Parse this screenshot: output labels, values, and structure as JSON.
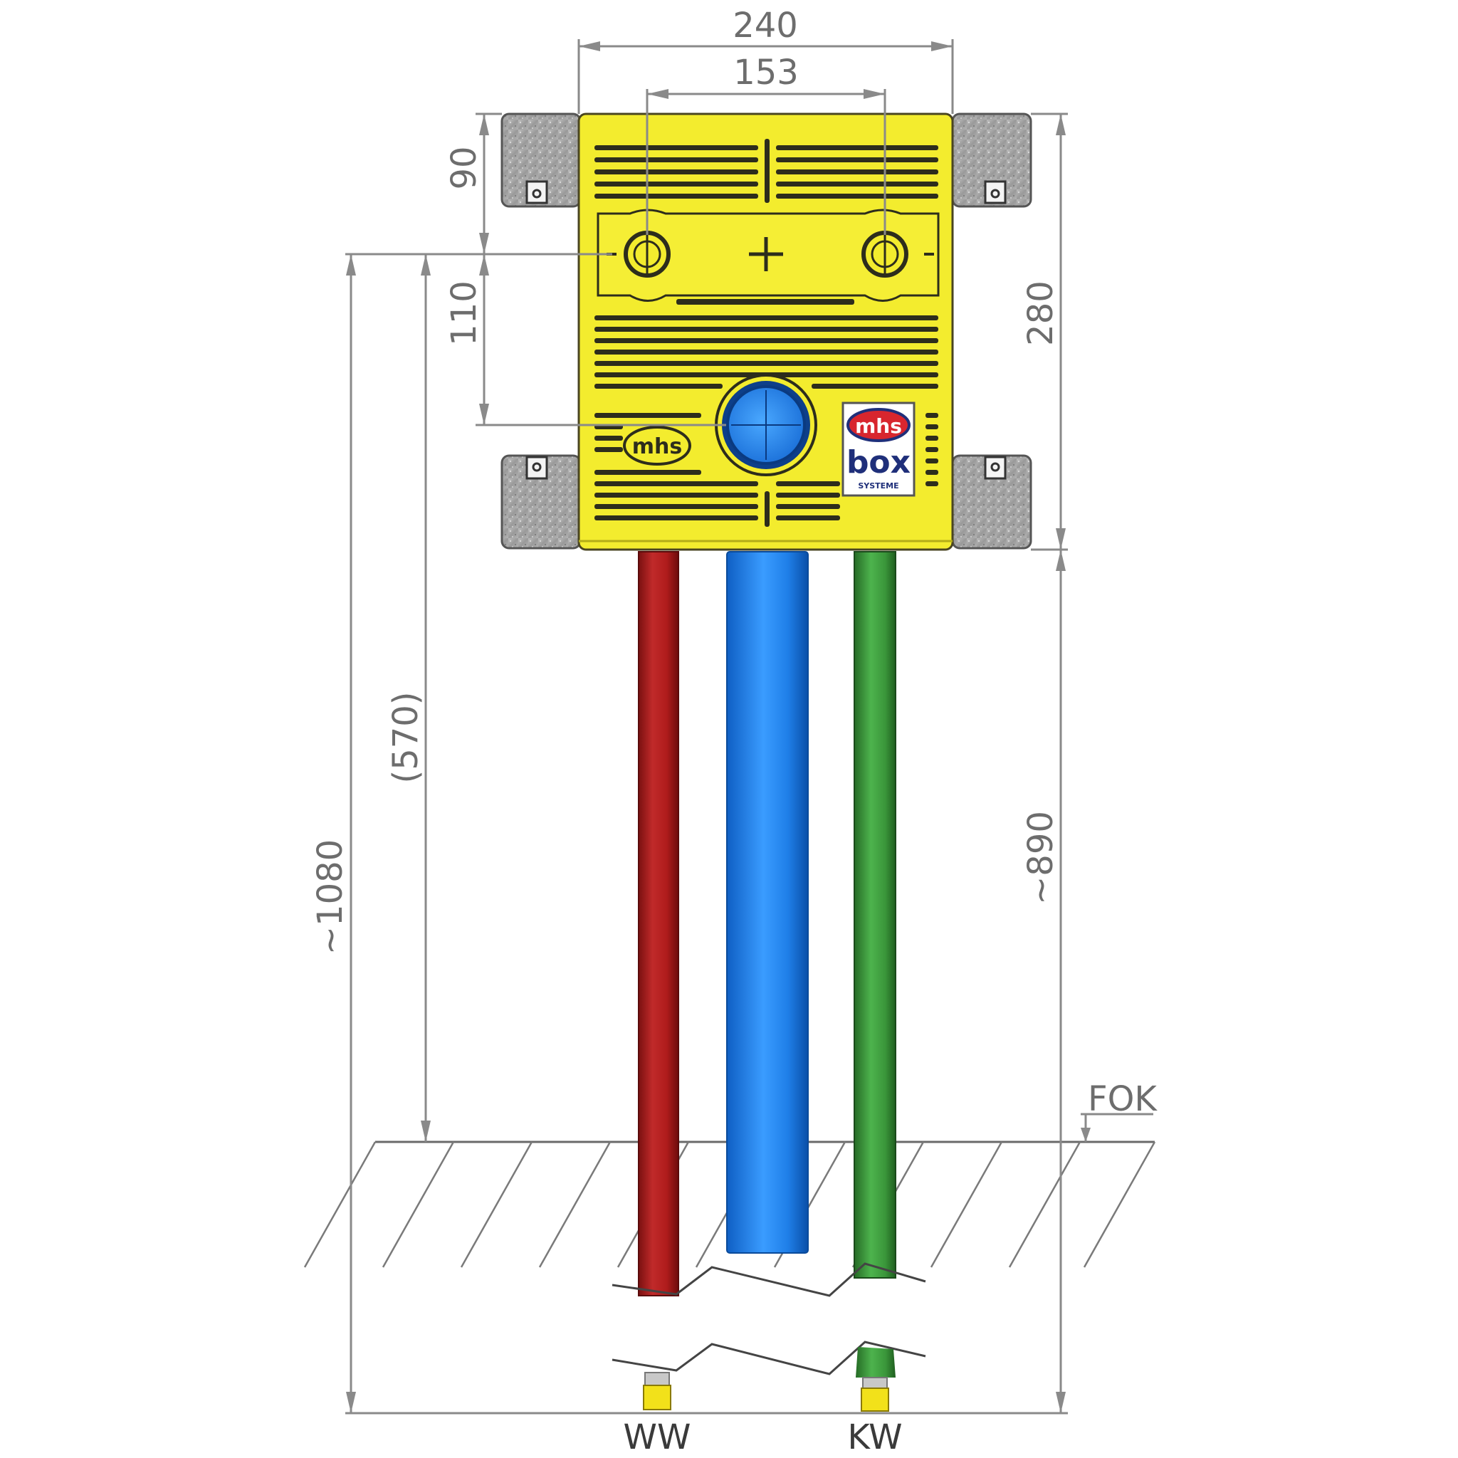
{
  "dimensions": {
    "overall_width": "240",
    "bore_spacing": "153",
    "top_to_bore": "90",
    "bore_to_outlet": "110",
    "box_height": "280",
    "bore_to_floor": "(570)",
    "total_height": "~1080",
    "box_to_pipe_end": "~890"
  },
  "labels": {
    "floor_level": "FOK",
    "warm_water": "WW",
    "cold_water": "KW"
  },
  "logos": {
    "small_logo": "mhs",
    "badge_top": "mhs",
    "badge_middle": "box",
    "badge_bottom": "SYSTEME"
  },
  "colors": {
    "box_yellow": "#f3ec2e",
    "pipe_red": "#b81f1f",
    "pipe_blue": "#1e7fe6",
    "pipe_green": "#3d9a3d",
    "mount_grey": "#a8a8a8"
  }
}
